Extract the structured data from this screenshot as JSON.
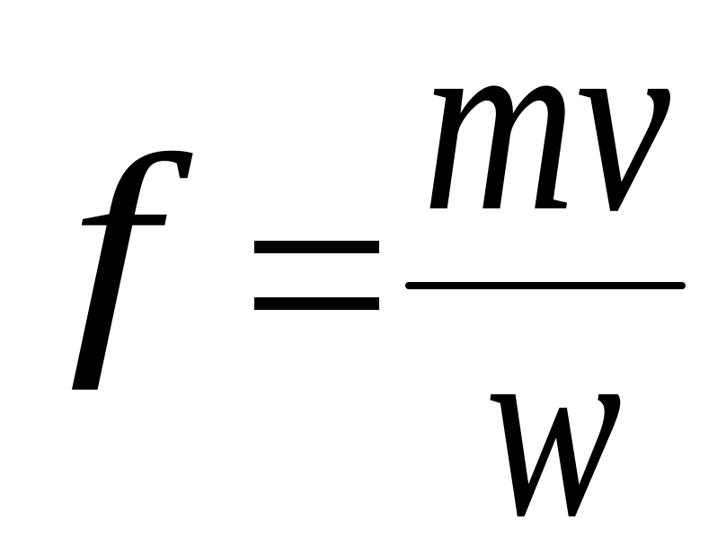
{
  "formula": {
    "lhs": "f",
    "numerator": "mv",
    "denominator": "w"
  },
  "colors": {
    "ink": "#000000",
    "background": "#ffffff"
  }
}
